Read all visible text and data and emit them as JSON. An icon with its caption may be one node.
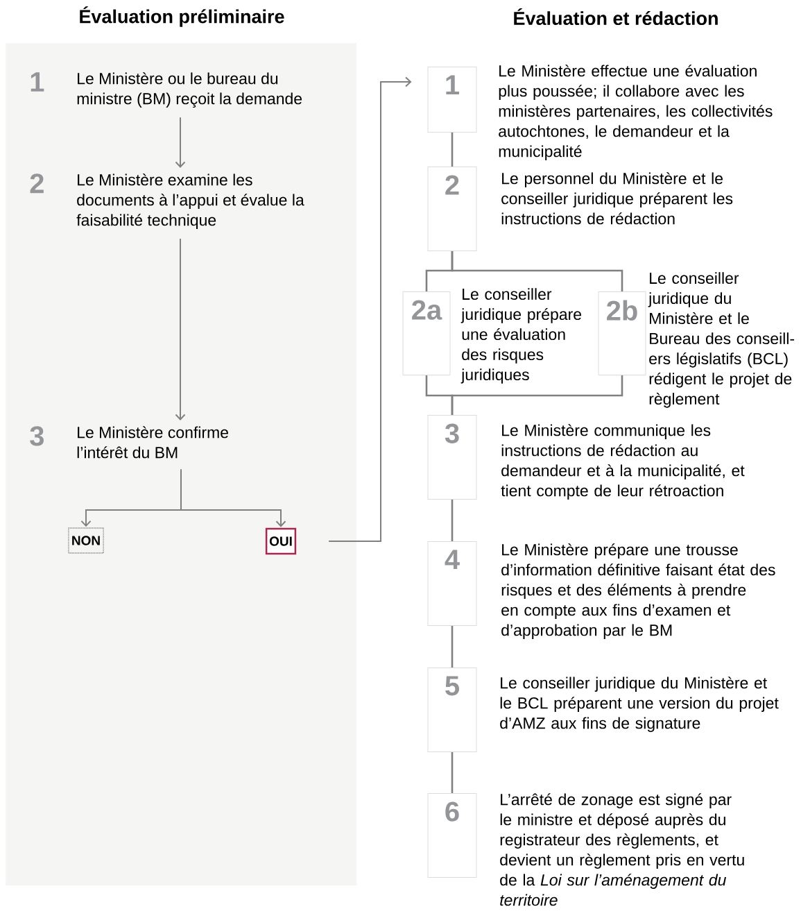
{
  "diagram": {
    "nodes": [
      {
        "text": [
          "Évaluation préliminaire"
        ]
      },
      {
        "text": [
          "1",
          "Le Ministère ou le bureau du ministre (BM) reçoit la demande"
        ],
        "in": 0
      },
      {
        "text": [
          "2",
          "Le Ministère examine les documents à l’appui et évalue la faisabilité technique"
        ],
        "in": 0
      },
      {
        "text": [
          "3",
          "Le Ministère confirme l’intérêt du BM"
        ],
        "in": 0
      },
      {
        "text": [
          "NON"
        ],
        "in": 0
      },
      {
        "text": [
          "OUI"
        ],
        "in": 0
      },
      {
        "text": [
          "1"
        ],
        "beside": [
          "Le Ministère effectue une évaluation plus poussée; il collabore avec les ministères partenaires, les collectivités autochtones, le demandeur et la municipalité"
        ]
      },
      {
        "text": [
          "2"
        ],
        "beside": [
          "Le personnel du Ministère et le conseiller juridique préparent les instructions de rédaction"
        ]
      },
      {
        "text": [
          "2a"
        ],
        "beside": [
          "Le conseiller juridique prépare une évaluation des risques juridiques"
        ]
      },
      {
        "text": [
          "2b"
        ],
        "beside": [
          "Le conseiller juridique du Ministère et le Bureau des conseill-ers législatifs (BCL) rédigent le projet de règlement"
        ]
      },
      {
        "text": [
          "3"
        ],
        "beside": [
          "Le Ministère communique les instructions de rédaction au demandeur et à la municipalité, et tient compte de leur rétroaction"
        ]
      },
      {
        "text": [
          "4"
        ],
        "beside": [
          "Le Ministère prépare une trousse d’information définitive faisant état des risques et des éléments à prendre en compte aux fins d’examen et d’approbation par le BM"
        ]
      },
      {
        "text": [
          "5"
        ],
        "beside": [
          "Le conseiller juridique du Ministère et le BCL préparent une version du projet d’AMZ aux fins de signature"
        ]
      },
      {
        "text": [
          "6"
        ],
        "beside": [
          "L’arrêté de zonage est signé par le ministre et déposé auprès du registrateur des règlements, et devient un règlement pris en vertu de la *Loi sur l’aménagement du territoire*"
        ]
      }
    ],
    "edges": [
      {
        "from": 1,
        "to": 2,
        "arrow": "to"
      },
      {
        "from": 2,
        "to": 3,
        "arrow": "to"
      },
      {
        "from": 3,
        "to": 4,
        "arrow": "to"
      },
      {
        "from": 3,
        "to": 5,
        "arrow": "to"
      },
      {
        "from": 5,
        "to": 6,
        "arrow": "to"
      },
      {
        "from": 6,
        "to": 7,
        "arrow": "none"
      },
      {
        "from": 7,
        "to": 8,
        "arrow": "none"
      },
      {
        "from": 7,
        "to": 9,
        "arrow": "none"
      },
      {
        "from": 8,
        "to": 10,
        "arrow": "none"
      },
      {
        "from": 9,
        "to": 10,
        "arrow": "none"
      },
      {
        "from": 10,
        "to": 11,
        "arrow": "none"
      },
      {
        "from": 11,
        "to": 12,
        "arrow": "none"
      },
      {
        "from": 12,
        "to": 13,
        "arrow": "none"
      }
    ],
    "labels": [
      "Évaluation et rédaction"
    ]
  }
}
